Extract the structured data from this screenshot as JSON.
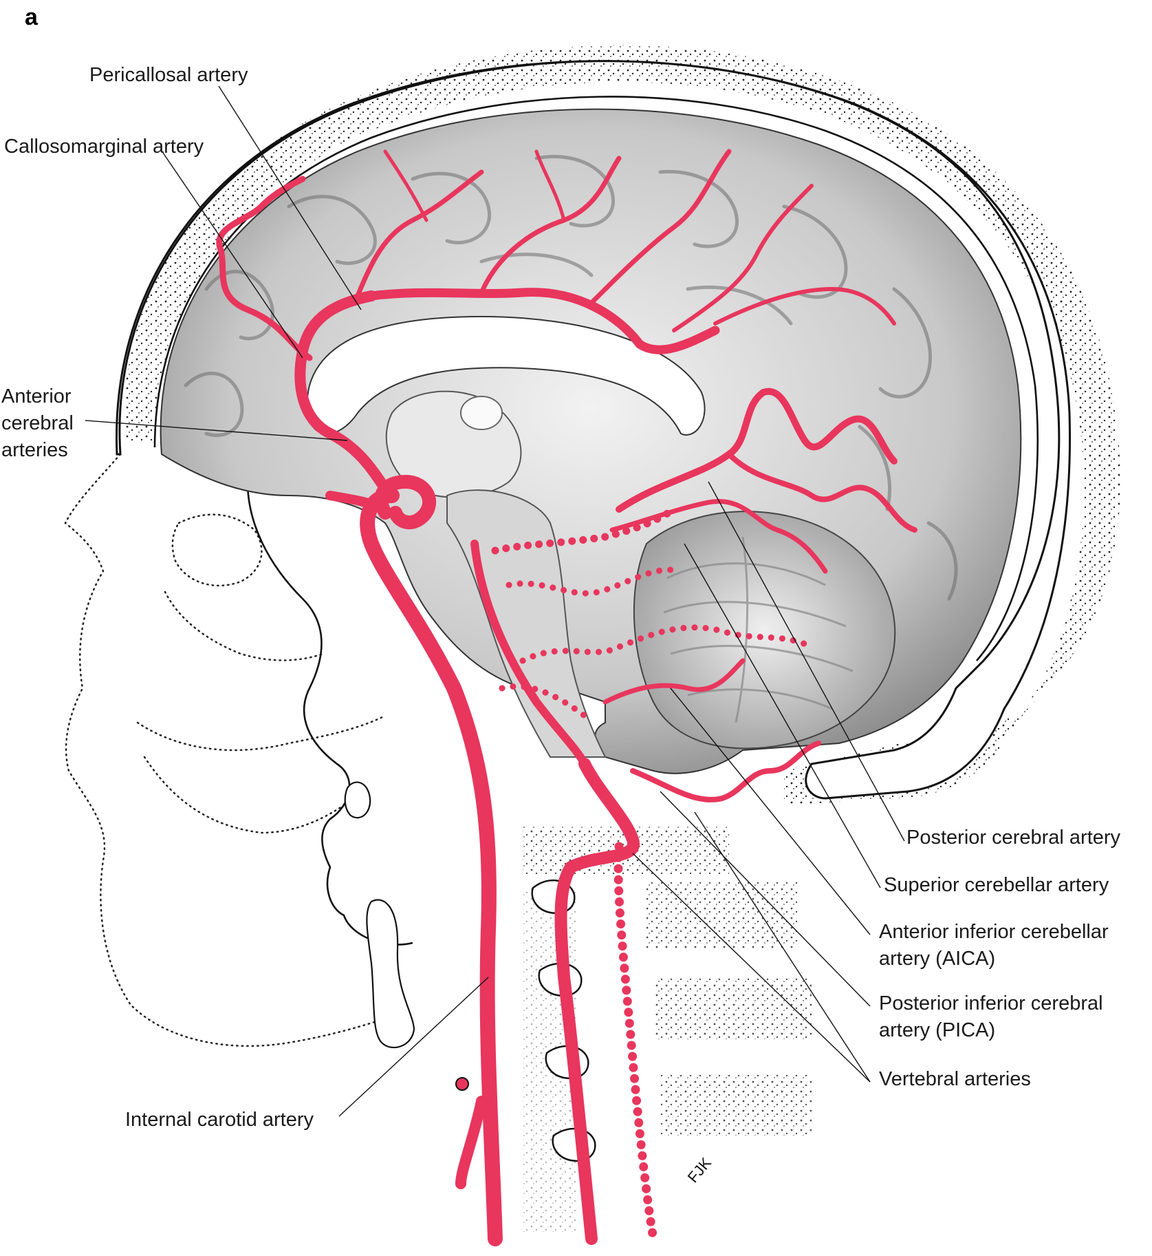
{
  "panel_label": "a",
  "signature": "FJK",
  "labels": {
    "pericallosal": "Pericallosal artery",
    "callosomarginal": "Callosomarginal artery",
    "anterior_cerebral_1": "Anterior",
    "anterior_cerebral_2": "cerebral",
    "anterior_cerebral_3": "arteries",
    "posterior_cerebral": "Posterior cerebral artery",
    "superior_cerebellar": "Superior cerebellar artery",
    "aica_1": "Anterior inferior cerebellar",
    "aica_2": "artery (AICA)",
    "pica_1": "Posterior inferior cerebral",
    "pica_2": "artery (PICA)",
    "vertebral": "Vertebral arteries",
    "internal_carotid": "Internal carotid artery"
  },
  "colors": {
    "artery": "#e8365d",
    "brain_shade": "#c9c9c9",
    "line": "#111111"
  }
}
